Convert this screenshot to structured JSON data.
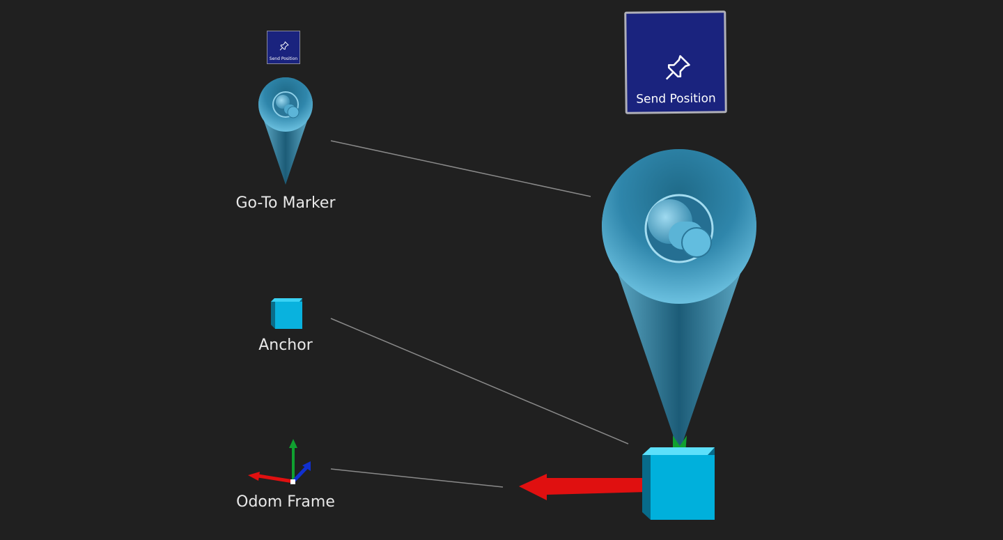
{
  "buttons": {
    "small": {
      "label": "Send Position",
      "icon": "pushpin-icon"
    },
    "large": {
      "label": "Send Position",
      "icon": "pushpin-icon"
    }
  },
  "labels": {
    "goto_marker": "Go-To Marker",
    "anchor": "Anchor",
    "odom_frame": "Odom Frame"
  },
  "colors": {
    "background": "#202020",
    "button_fill": "#1a237e",
    "marker_fill": "#4a9fc4",
    "anchor_cube": "#00b4e0",
    "axis_x": "#e01010",
    "axis_y": "#10a030",
    "axis_z": "#1030d0",
    "leader_line": "#8a8a8a"
  }
}
